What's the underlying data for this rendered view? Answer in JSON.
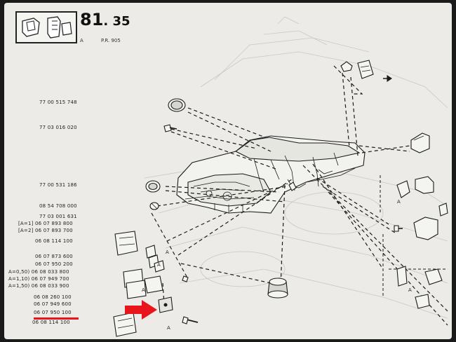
{
  "header": {
    "page_number": "81",
    "page_number_sub": ". 35",
    "label_a": "A",
    "label_pr": "P.R. 905"
  },
  "parts": {
    "p1": "77 00 515 748",
    "p2": "77 03 016 020",
    "p3": "77 00 531 186",
    "p4": "08 54 708 000",
    "p5": "77 03 001 631",
    "p6": "[A=1] 06 07 893 800",
    "p7": "[A=2] 06 07 893 700",
    "p8": "06 08 114 100",
    "p9": "06 07 873 600",
    "p10": "06 07 950 200",
    "p11": "A=0,50) 06 08 033 800",
    "p12": "A=1,10) 06 07 949 700",
    "p13": "A=1,50) 06 08 033 900",
    "p14": "06 08 260 100",
    "p15": "06 07 949 600",
    "p16": "06 07 950 100",
    "p17": "06 08 114 100"
  },
  "labels": {
    "a1": "A",
    "a2": "A",
    "a3": "A",
    "a4": "A",
    "a5": "A",
    "a6": "A"
  },
  "colors": {
    "highlight_arrow": "#e8161b",
    "highlight_underline": "#e8161b"
  }
}
